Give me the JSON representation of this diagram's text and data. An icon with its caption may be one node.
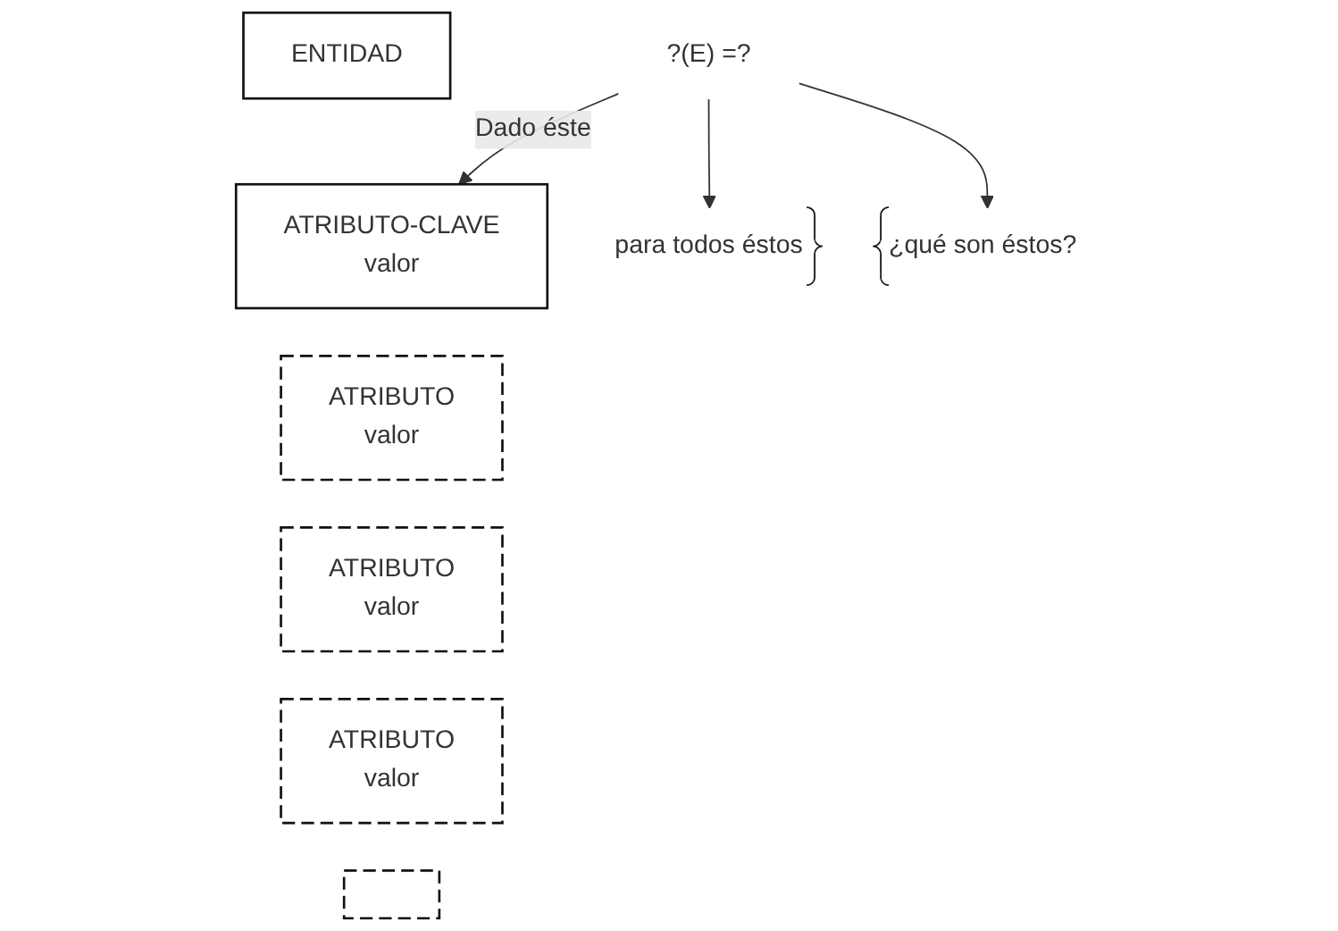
{
  "diagram": {
    "nodes": [
      {
        "text": [
          "?(E) =?"
        ]
      },
      {
        "text": [
          "ENTIDAD"
        ]
      },
      {
        "text": [
          "ATRIBUTO-CLAVE",
          "valor"
        ]
      },
      {
        "text": [
          "ATRIBUTO",
          "valor"
        ]
      },
      {
        "text": [
          "ATRIBUTO",
          "valor"
        ]
      },
      {
        "text": [
          "ATRIBUTO",
          "valor"
        ]
      },
      {
        "text": [],
        "shape": "box"
      },
      {
        "text": [
          "para todos éstos"
        ]
      },
      {
        "text": [
          "¿qué son éstos?"
        ]
      }
    ],
    "edges": [
      {
        "from": 0,
        "to": 2,
        "arrow": "to",
        "label": "Dado éste"
      },
      {
        "from": 0,
        "to": 7,
        "arrow": "to"
      },
      {
        "from": 0,
        "to": 8,
        "arrow": "to"
      }
    ]
  }
}
